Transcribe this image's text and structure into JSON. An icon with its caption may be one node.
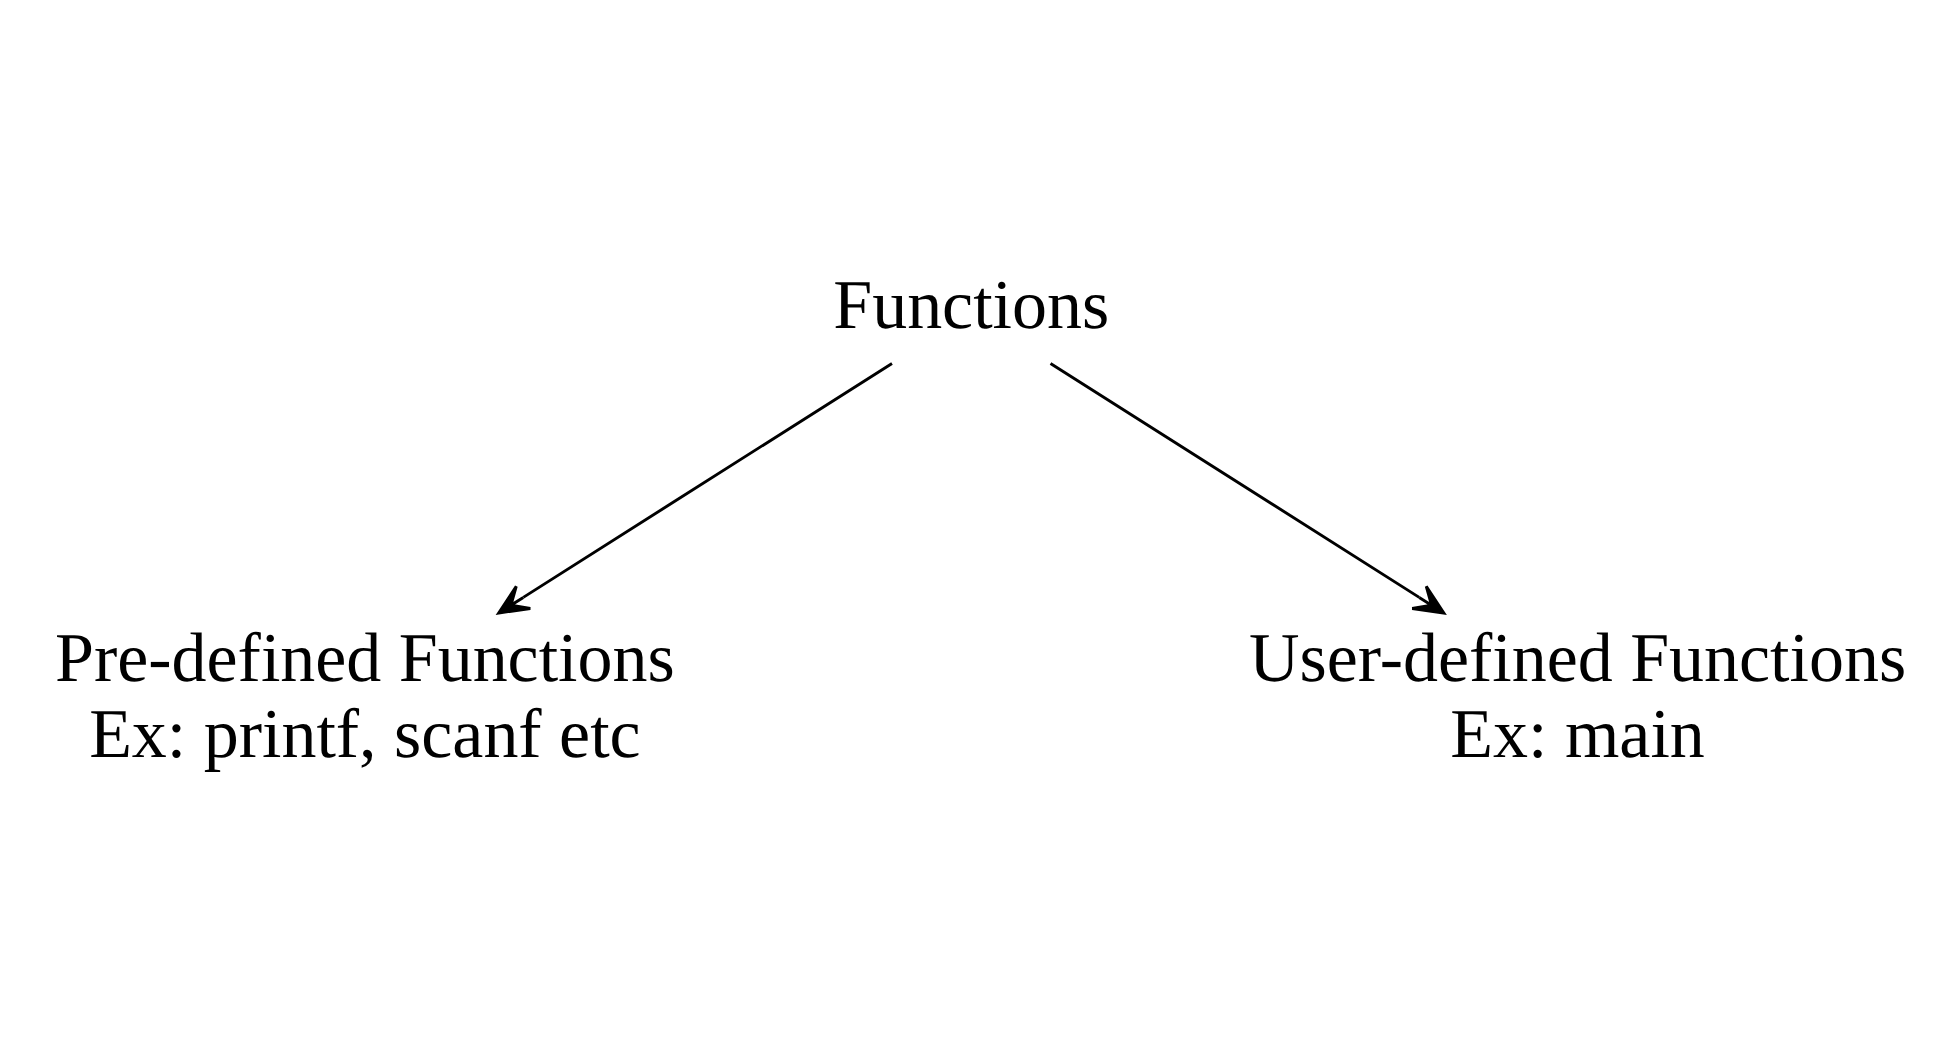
{
  "diagram": {
    "nodes": [
      {
        "text": [
          "Functions"
        ]
      },
      {
        "text": [
          "Pre-defined Functions",
          "Ex: printf, scanf etc"
        ]
      },
      {
        "text": [
          "User-defined Functions",
          "Ex: main"
        ]
      }
    ],
    "edges": [
      {
        "from": 0,
        "to": 1,
        "arrow": "to"
      },
      {
        "from": 0,
        "to": 2,
        "arrow": "to"
      }
    ]
  }
}
